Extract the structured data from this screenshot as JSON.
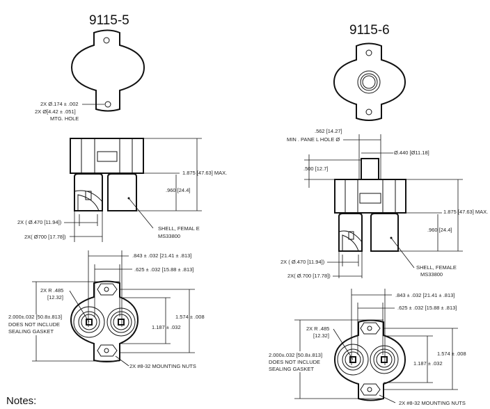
{
  "left": {
    "title": "9115-5",
    "hole_labels": [
      "2X  Ø.174 ± .002",
      "2X  Ø[4.42 ± .051]",
      "MTG. HOLE"
    ],
    "overall_height": "1.875 [47.63] MAX.",
    "shell_height": ".960 [24.4]",
    "shell_label": [
      "SHELL,   FEMAL  E",
      "MS33800"
    ],
    "inner_dia": "2X ( Ø.470 [11.94])",
    "outer_dia": "2X( Ø700 [17.78])",
    "spacing_843": ".843  ±  .032 [21.41 ± .813]",
    "spacing_625": ".625  ± .032 [15.88 ± .813]",
    "radius": [
      "2X R   .485",
      "[12.32]"
    ],
    "width_2000": [
      "2.000±.032 [50.8±.813]",
      "DOES NOT INCLUDE",
      "SEALING GASKET"
    ],
    "dim_1187": "1.187  ± .032",
    "dim_1574": "1.574   ± .008",
    "nuts": "2X #8-32 MOUNTING NUTS"
  },
  "right": {
    "title": "9115-6",
    "panel_hole": [
      ".562 [14.27]",
      "MIN . PANE L  HOLE  Ø"
    ],
    "stud_dia": "Ø.440  [Ø11.18]",
    "stud_height": ".500 [12.7]",
    "overall_height": "1.875 [47.63] MAX.",
    "shell_height": ".960 [24.4]",
    "shell_label": [
      "SHELL,    FEMALE",
      "MS33800"
    ],
    "inner_dia": "2X (  Ø.470 [11.94])",
    "outer_dia": "2X(  Ø.700 [17.78])",
    "spacing_843": ".843  ±  .032 [21.41 ± .813]",
    "spacing_625": ".625  ± .032 [15.88 ± .813]",
    "radius": [
      "2X R   .485",
      "[12.32]"
    ],
    "width_2000": [
      "2.000±.032 [50.8±.813]",
      "DOES NOT INCLUDE",
      "SEALING GASKET"
    ],
    "dim_1187": "1.187   ± .032",
    "dim_1574": "1.574   ± .008",
    "nuts": "2X #8-32 MOUNTING NUTS"
  },
  "notes_heading": "Notes:"
}
